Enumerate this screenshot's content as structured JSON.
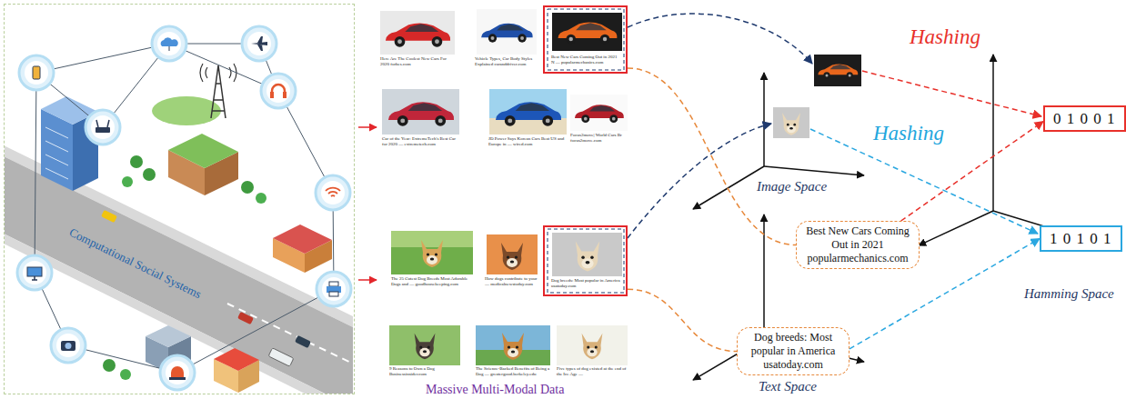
{
  "diagram": {
    "nodes": [
      {
        "text": [
          "Computational Social Systems"
        ]
      },
      {
        "text": [
          "Best New Cars Coming Out in 2021 N — popularmechanics.com"
        ]
      },
      {
        "text": [
          "Dog breeds: Most popular in America usatoday.com"
        ]
      },
      {
        "text": [
          "Best New Cars Coming Out in 2021 popularmechanics.com"
        ]
      },
      {
        "text": [
          "Dog breeds: Most popular in America usatoday.com"
        ]
      },
      {
        "text": [
          "0 1 0 0 1"
        ]
      },
      {
        "text": [
          "1 0 1 0 1"
        ]
      }
    ],
    "edges": [
      {
        "from": 1,
        "to": 3,
        "arrow": "none"
      },
      {
        "from": 2,
        "to": 4,
        "arrow": "none"
      },
      {
        "from": 3,
        "to": 5,
        "arrow": "to"
      },
      {
        "from": 4,
        "to": 6,
        "arrow": "to"
      }
    ],
    "labels": [
      "Here Are The Coolest New Cars For 2020 forbes.com",
      "Vehicle Types, Car Body Styles Explained caranddriver.com",
      "Car of the Year: ExtremeTech's Best Car for 2020 — extremetech.com",
      "JD Power Says Korean Cars Beat US and Europe in — wired.com",
      "Focus2move| World Cars Br focus2move.com",
      "The 25 Cutest Dog Breeds Most Adorable Dogs and — goodhousekeeping.com",
      "How dogs contribute to your — medicalnewstoday.com",
      "9 Reasons to Own a Dog Businessinsider.com",
      "The Science-Backed Benefits of Being a Dog — greatergood.berkeley.edu",
      "Five types of dog existed at the end of the Ice Age —",
      "Massive Multi-Modal Data",
      "Hashing",
      "Hashing",
      "Image Space",
      "Text Space",
      "Hamming Space"
    ]
  }
}
